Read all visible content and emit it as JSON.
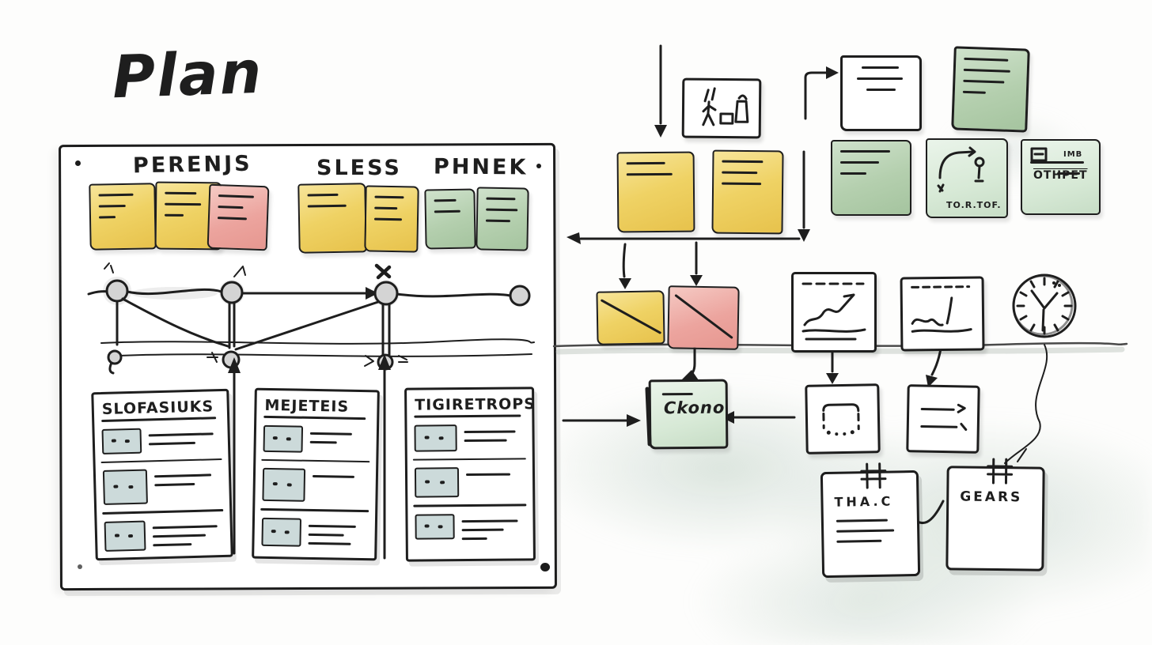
{
  "page": {
    "title": "Plan",
    "background": "#fdfdfc"
  },
  "board": {
    "columns": [
      "PERENJS",
      "SLESS",
      "PHNEK"
    ],
    "sticky_groups": [
      {
        "column": "PERENJS",
        "notes": [
          "yellow",
          "yellow",
          "pink"
        ]
      },
      {
        "column": "SLESS",
        "notes": [
          "yellow",
          "yellow"
        ]
      },
      {
        "column": "PHNEK",
        "notes": [
          "green",
          "green"
        ]
      }
    ],
    "timeline": {
      "top_nodes": 4,
      "bottom_nodes": 3
    },
    "cards": [
      {
        "title": "SLOFASIUKS",
        "rows": 3
      },
      {
        "title": "MEJETEIS",
        "rows": 3
      },
      {
        "title": "TIGIRETROPS",
        "rows": 3
      }
    ]
  },
  "flow": {
    "top_row": [
      "storyboard-card",
      "white-note",
      "green-note"
    ],
    "second_row": [
      "yellow-sticky",
      "yellow-sticky",
      "green-note",
      "sketch-note",
      "tagged-note"
    ],
    "sketch_note_caption": "TO.R.TOF.",
    "tagged_note_line": "IMB",
    "tagged_note_title": "OTHPET",
    "desk_row": [
      "yellow-folded-sticky",
      "pink-folded-sticky",
      "chart-card",
      "chart-card",
      "clock"
    ],
    "review_card_label": "Ckono",
    "notepads": [
      {
        "title": "THA.C"
      },
      {
        "title": "GEARS"
      }
    ]
  },
  "colors": {
    "ink": "#1e1e1e",
    "sticky_yellow": "#efd264",
    "sticky_pink": "#eca49e",
    "sticky_green": "#abc9a6",
    "note_green_light": "#dceedd",
    "card_box_fill": "#ccdada",
    "node_fill": "#d4d4d4",
    "wash": "#bccdc1"
  }
}
